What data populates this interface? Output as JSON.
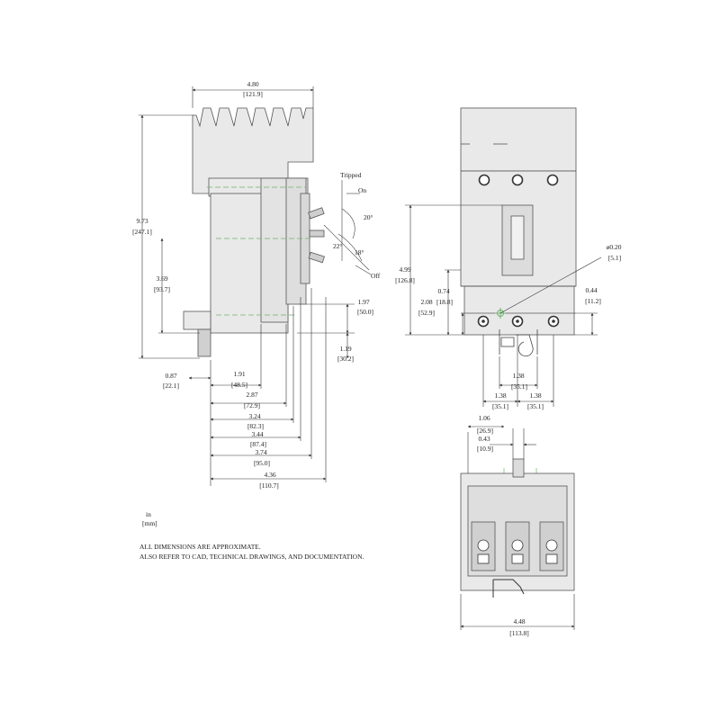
{
  "units": {
    "primary": "in",
    "secondary": "[mm]"
  },
  "notes": {
    "line1": "ALL DIMENSIONS ARE APPROXIMATE.",
    "line2": "ALSO REFER TO CAD, TECHNICAL DRAWINGS, AND DOCUMENTATION."
  },
  "handle_labels": {
    "tripped": "Tripped",
    "on": "On",
    "off": "Off",
    "angle_20": "20°",
    "angle_22": "22°",
    "angle_18": "18°"
  },
  "side_view": {
    "width_top": {
      "in": "4.80",
      "mm": "[121.9]"
    },
    "height_total": {
      "in": "9.73",
      "mm": "[247.1]"
    },
    "height_mount": {
      "in": "3.69",
      "mm": "[93.7]"
    },
    "handle_height": {
      "in": "1.97",
      "mm": "[50.0]"
    },
    "lug_drop": {
      "in": "1.19",
      "mm": "[30.2]"
    },
    "rear_offset": {
      "in": "0.87",
      "mm": "[22.1]"
    },
    "depth_1": {
      "in": "1.91",
      "mm": "[48.5]"
    },
    "depth_2": {
      "in": "2.87",
      "mm": "[72.9]"
    },
    "depth_3": {
      "in": "3.24",
      "mm": "[82.3]"
    },
    "depth_4": {
      "in": "3.44",
      "mm": "[87.4]"
    },
    "depth_5": {
      "in": "3.74",
      "mm": "[95.0]"
    },
    "depth_6": {
      "in": "4.36",
      "mm": "[110.7]"
    }
  },
  "front_view": {
    "height_handle": {
      "in": "4.99",
      "mm": "[126.8]"
    },
    "center_to_base": {
      "in": "2.08",
      "mm": "[52.9]"
    },
    "hole_offset": {
      "in": "0.74",
      "mm": "[18.8]"
    },
    "hole_diameter": {
      "in": "ø0.20",
      "mm": "[5.1]"
    },
    "lug_edge": {
      "in": "0.44",
      "mm": "[11.2]"
    },
    "pole_spacing_center": {
      "in": "1.38",
      "mm": "[35.1]"
    },
    "pole_spacing_left": {
      "in": "1.38",
      "mm": "[35.1]"
    },
    "pole_spacing_right": {
      "in": "1.38",
      "mm": "[35.1]"
    }
  },
  "bottom_view": {
    "handle_offset": {
      "in": "1.06",
      "mm": "[26.9]"
    },
    "handle_width": {
      "in": "0.43",
      "mm": "[10.9]"
    },
    "overall_width": {
      "in": "4.48",
      "mm": "[113.8]"
    }
  }
}
